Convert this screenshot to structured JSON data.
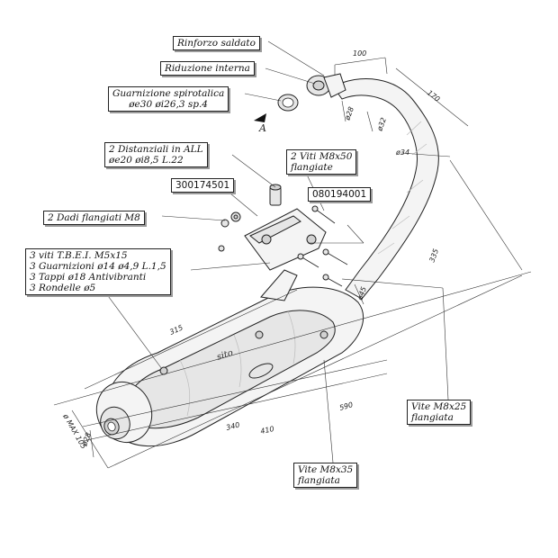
{
  "labels": {
    "rinforzo": "Rinforzo saldato",
    "riduzione": "Riduzione interna",
    "guarnizione_1": "Guarnizione spirotalica",
    "guarnizione_2": "øe30 øi26,3 sp.4",
    "view_letter": "A",
    "distanziali_1": "2 Distanziali in ALL",
    "distanziali_2": "øe20 øi8,5 L.22",
    "viti_m8x50_1": "2 Viti M8x50",
    "viti_m8x50_2": "flangiate",
    "code_a": "300174501",
    "code_b": "080194001",
    "dadi": "2 Dadi flangiati M8",
    "kit_1": "3 viti T.B.E.I. M5x15",
    "kit_2": "3 Guarnizioni ø14 ø4,9 L.1,5",
    "kit_3": "3 Tappi ø18 Antivibranti",
    "kit_4": "3 Rondelle ø5",
    "vite_m8x25_1": "Vite M8x25",
    "vite_m8x25_2": "flangiata",
    "vite_m8x35_1": "Vite M8x35",
    "vite_m8x35_2": "flangiata",
    "brand": "sito"
  },
  "dimensions": {
    "d100": "100",
    "d170": "170",
    "d28_top": "ø28",
    "d32": "ø32",
    "d34": "ø34",
    "d335": "335",
    "d45": "ø45",
    "d315": "315",
    "d590": "590",
    "d410": "410",
    "d340": "340",
    "d28_tail": "ø28",
    "d105": "ø MAX 105"
  }
}
